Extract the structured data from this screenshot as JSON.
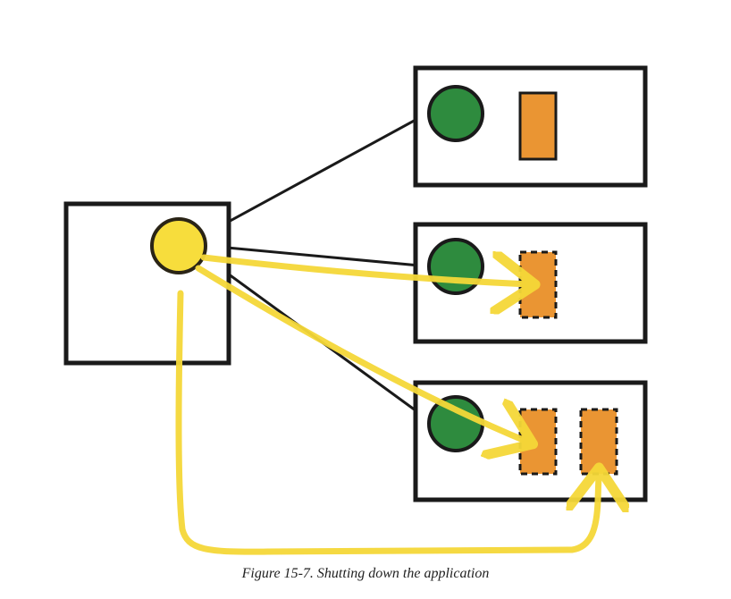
{
  "caption": "Figure 15-7. Shutting down the application",
  "colors": {
    "outline": "#1a1a1a",
    "box_fill": "#ffffff",
    "yellow": "#f7dd3c",
    "yellow_stroke": "#2a2416",
    "green": "#2e8b3e",
    "orange": "#ea9533",
    "arrow": "#f5d838"
  },
  "nodes": {
    "main_process": {
      "shape": "circle",
      "color": "yellow"
    },
    "worker_processes": [
      {
        "runner": "green-circle",
        "tasks": [
          {
            "status": "running"
          }
        ]
      },
      {
        "runner": "green-circle",
        "tasks": [
          {
            "status": "stopping"
          }
        ]
      },
      {
        "runner": "green-circle",
        "tasks": [
          {
            "status": "stopping"
          },
          {
            "status": "stopping"
          }
        ]
      }
    ]
  }
}
